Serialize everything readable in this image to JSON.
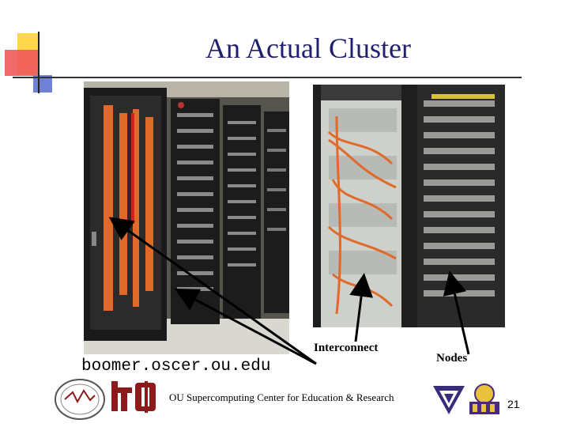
{
  "slide": {
    "title": "An Actual Cluster",
    "caption_url": "boomer.oscer.ou.edu",
    "label_interconnect": "Interconnect",
    "label_nodes": "Nodes",
    "footer_text": "OU Supercomputing Center for Education & Research",
    "page_number": "21"
  },
  "colors": {
    "title": "#202070",
    "accent_yellow": "#ffd84a",
    "accent_red": "#f05a5a",
    "accent_blue": "#7082d8",
    "logo_red": "#8b1a1a"
  },
  "images": {
    "photo_left": "server-racks-photo",
    "photo_right": "open-rack-photo"
  },
  "logos": [
    "oscer-logo",
    "it-ou-logo",
    "federal-logo",
    "uni-logo"
  ]
}
